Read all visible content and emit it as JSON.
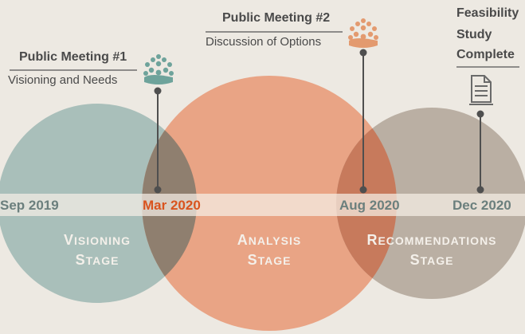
{
  "colors": {
    "background": "#ede9e2",
    "visioning": "#9fb8b4",
    "analysis": "#e89a78",
    "recommendations": "#b3a69a",
    "band": "#f5efe6",
    "marker": "#4f4f4f",
    "date_default": "#6b7f7d",
    "date_highlight": "#d9541f",
    "people_icon": "#6ea39b",
    "people_icon_2": "#e39a6f"
  },
  "milestones": {
    "m1": {
      "title": "Public Meeting #1",
      "subtitle": "Visioning and Needs",
      "icon": "people-group-icon"
    },
    "m2": {
      "title": "Public Meeting #2",
      "subtitle": "Discussion of Options",
      "icon": "people-group-icon"
    },
    "m3": {
      "line1": "Feasibility",
      "line2": "Study",
      "line3": "Complete",
      "icon": "document-icon"
    }
  },
  "dates": {
    "d1": "Sep 2019",
    "d2": "Mar 2020",
    "d3": "Aug 2020",
    "d4": "Dec 2020"
  },
  "stages": {
    "s1": {
      "w1_cap": "V",
      "w1_rest": "ISIONING",
      "w2_cap": "S",
      "w2_rest": "TAGE"
    },
    "s2": {
      "w1_cap": "A",
      "w1_rest": "NALYSIS",
      "w2_cap": "S",
      "w2_rest": "TAGE"
    },
    "s3": {
      "w1_cap": "R",
      "w1_rest": "ECOMMENDATIONS",
      "w2_cap": "S",
      "w2_rest": "TAGE"
    }
  }
}
